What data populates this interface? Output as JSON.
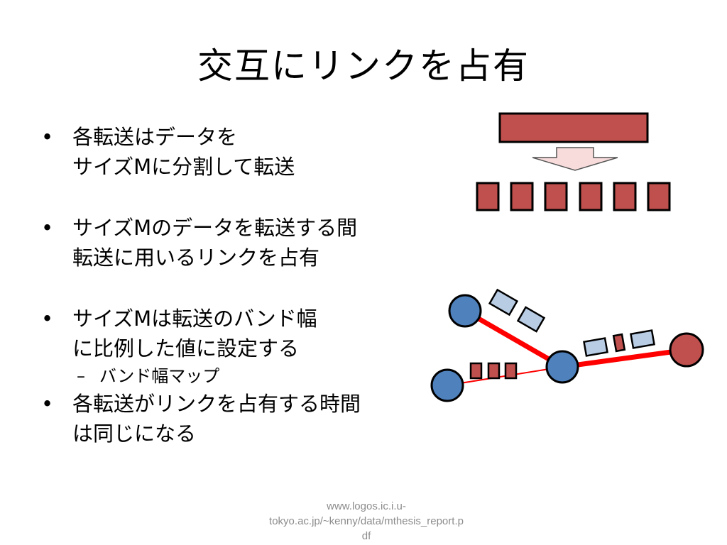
{
  "slide": {
    "title": "交互にリンクを占有",
    "bullets": [
      {
        "lines": [
          "各転送はデータを",
          "サイズMに分割して転送"
        ]
      },
      {
        "lines": [
          "サイズMのデータを転送する間",
          "転送に用いるリンクを占有"
        ]
      },
      {
        "lines": [
          "サイズMは転送のバンド幅",
          "に比例した値に設定する"
        ],
        "sub": "バンド幅マップ"
      },
      {
        "lines": [
          "各転送がリンクを占有する時間",
          "は同じになる"
        ]
      }
    ],
    "footer": [
      "www.logos.ic.i.u-",
      "tokyo.ac.jp/~kenny/data/mthesis_report.p",
      "df"
    ]
  },
  "colors": {
    "chunk_fill": "#c0504d",
    "chunk_stroke": "#000000",
    "node_blue": "#4f81bd",
    "node_red": "#c0504d",
    "link_red": "#ff0000",
    "packet_light": "#b8cce4",
    "arrow_fill": "#f8dcdc"
  }
}
